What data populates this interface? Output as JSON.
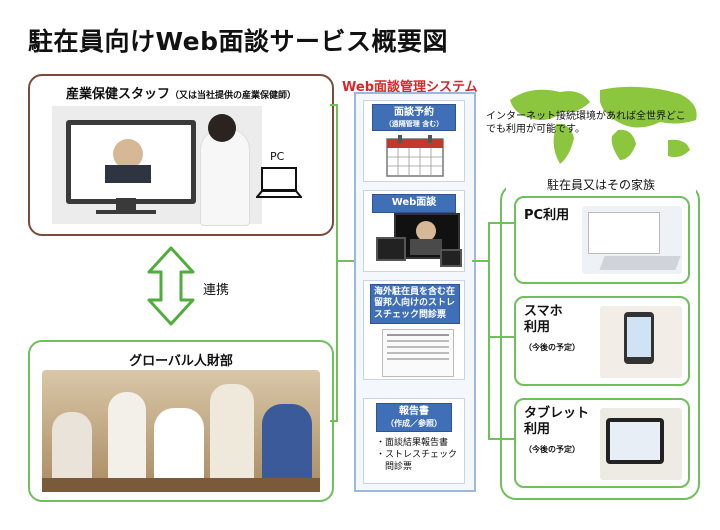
{
  "title": "駐在員向けWeb面談サービス概要図",
  "staff": {
    "label": "産業保健スタッフ",
    "sub": "（又は当社提供の産業保健師）",
    "pc_label": "PC"
  },
  "link_label": "連携",
  "hr": {
    "label": "グローバル人財部"
  },
  "system": {
    "title": "Web面談管理システム",
    "reservation": {
      "label": "面談予約",
      "sub": "（遠隔管理 含む）"
    },
    "web_meeting": {
      "label": "Web面談"
    },
    "stress_check": {
      "label": "海外駐在員を含む在留邦人向けのストレスチェック問診票"
    },
    "report": {
      "label": "報告書",
      "sub": "（作成／参照）",
      "items": [
        "・面談結果報告書",
        "・ストレスチェック",
        "　問診票"
      ]
    }
  },
  "world_note": "インターネット接続環境があれば全世界どこでも利用が可能です。",
  "family": {
    "title": "駐在員又はその家族",
    "pc": {
      "label": "PC利用"
    },
    "smartphone": {
      "label1": "スマホ",
      "label2": "利用",
      "note": "（今後の予定）"
    },
    "tablet": {
      "label1": "タブレット",
      "label2": "利用",
      "note": "（今後の予定）"
    }
  },
  "colors": {
    "brown": "#7a4a3a",
    "green": "#6fbf5a",
    "blue": "#3f6fb6",
    "red": "#d9262a"
  }
}
